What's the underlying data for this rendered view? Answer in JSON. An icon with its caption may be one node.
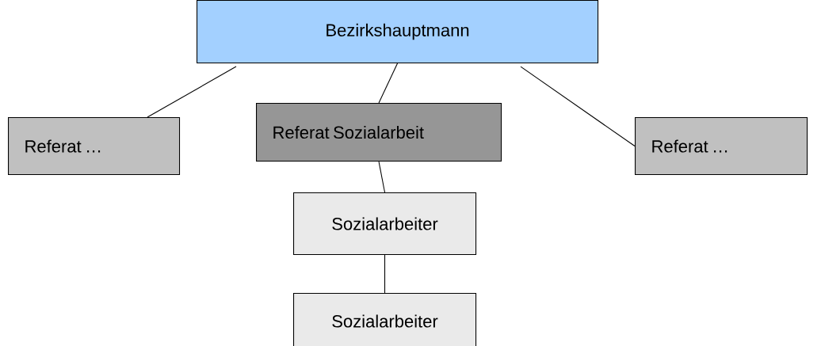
{
  "diagram": {
    "nodes": [
      {
        "text": [
          "Bezirkshauptmann"
        ]
      },
      {
        "text": [
          "Referat …"
        ]
      },
      {
        "text": [
          "Referat Sozialarbeit"
        ]
      },
      {
        "text": [
          "Referat …"
        ]
      },
      {
        "text": [
          "Sozialarbeiter"
        ]
      },
      {
        "text": [
          "Sozialarbeiter"
        ]
      }
    ],
    "edges": [
      {
        "from": 0,
        "to": 1,
        "arrow": "none"
      },
      {
        "from": 0,
        "to": 2,
        "arrow": "none"
      },
      {
        "from": 0,
        "to": 3,
        "arrow": "none"
      },
      {
        "from": 2,
        "to": 4,
        "arrow": "none"
      },
      {
        "from": 4,
        "to": 5,
        "arrow": "none"
      }
    ]
  }
}
